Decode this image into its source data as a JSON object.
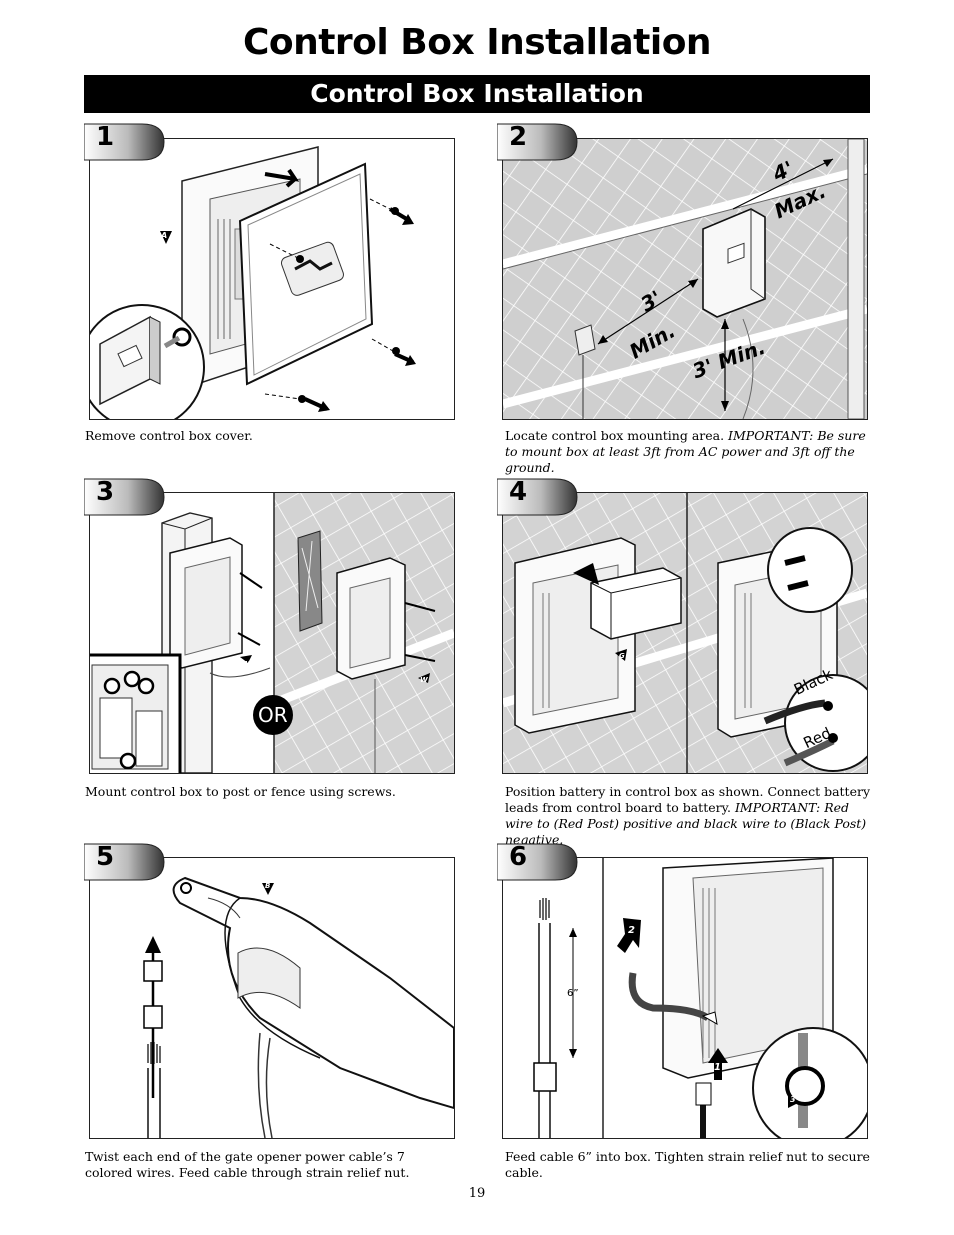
{
  "page": {
    "title": "Control Box Installation",
    "banner": "Control Box Installation",
    "page_number": "19"
  },
  "steps": [
    {
      "number": "1",
      "caption": "Remove control box cover.",
      "caption_note": "",
      "labels": {
        "a": "A"
      }
    },
    {
      "number": "2",
      "caption": "Locate control box mounting area. ",
      "caption_note": "IMPORTANT: Be sure to mount box at least 3ft from AC power and 3ft off the ground.",
      "labels": {
        "max_dist": "4'",
        "max_word": "Max.",
        "min_dist_a": "3'",
        "min_word_a": "Min.",
        "min_vert": "3' Min."
      }
    },
    {
      "number": "3",
      "caption": "Mount control box to post or fence using screws.",
      "caption_note": "",
      "labels": {
        "w1": "W",
        "w2": "W",
        "or": "OR"
      }
    },
    {
      "number": "4",
      "caption": "Position battery in control box as shown. Connect battery leads from control board to battery. ",
      "caption_note": "IMPORTANT: Red wire to (Red Post) positive and black wire to (Black Post) negative.",
      "labels": {
        "g": "G",
        "black": "Black",
        "red": "Red"
      }
    },
    {
      "number": "5",
      "caption": "Twist each end of the gate opener power cable’s 7 colored wires. Feed cable through strain relief nut.",
      "caption_note": "",
      "labels": {
        "b": "B"
      }
    },
    {
      "number": "6",
      "caption": "Feed cable 6” into box. Tighten strain relief nut to secure cable.",
      "caption_note": "",
      "labels": {
        "six_in": "6”",
        "s1": "1",
        "s2": "2",
        "s3": "3"
      }
    }
  ]
}
